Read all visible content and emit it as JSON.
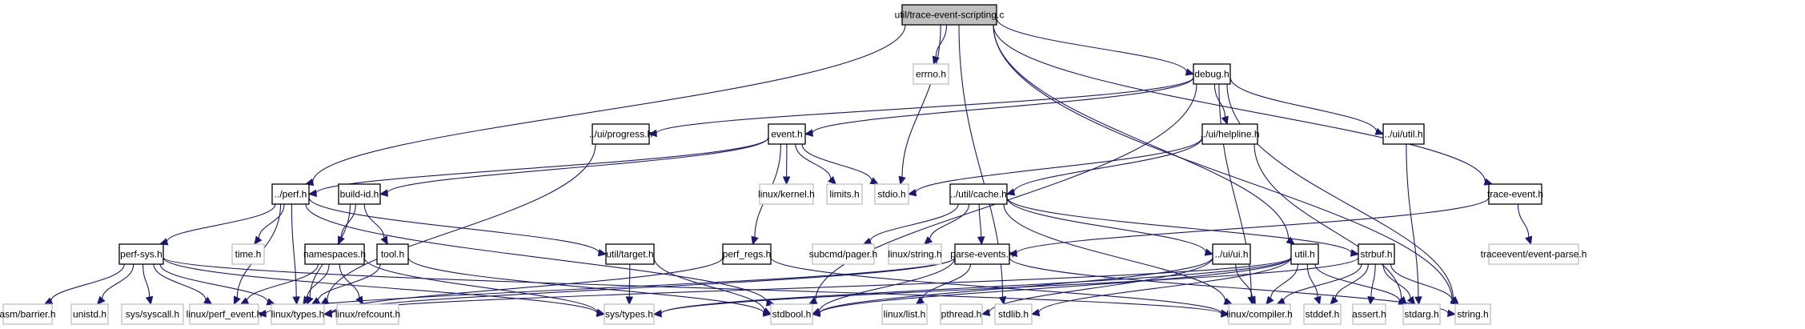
{
  "graph": {
    "type": "include-dependency-graph",
    "root": "util/trace-event-scripting.c",
    "colors": {
      "edge": "#191970",
      "root_fill": "#bfbfbf",
      "local_border": "#000000",
      "system_border": "#bfbfbf",
      "background": "#ffffff"
    },
    "nodes": [
      {
        "id": "root",
        "label": "util/trace-event-scripting.c",
        "kind": "root"
      },
      {
        "id": "errno",
        "label": "errno.h",
        "kind": "system"
      },
      {
        "id": "debug",
        "label": "debug.h",
        "kind": "local"
      },
      {
        "id": "progress",
        "label": "../ui/progress.h",
        "kind": "local"
      },
      {
        "id": "event",
        "label": "event.h",
        "kind": "local"
      },
      {
        "id": "helpline",
        "label": "../ui/helpline.h",
        "kind": "local"
      },
      {
        "id": "uiutil",
        "label": "../ui/util.h",
        "kind": "local"
      },
      {
        "id": "perf",
        "label": "../perf.h",
        "kind": "local"
      },
      {
        "id": "buildid",
        "label": "build-id.h",
        "kind": "local"
      },
      {
        "id": "kernel",
        "label": "linux/kernel.h",
        "kind": "system"
      },
      {
        "id": "limits",
        "label": "limits.h",
        "kind": "system"
      },
      {
        "id": "stdio",
        "label": "stdio.h",
        "kind": "system"
      },
      {
        "id": "cache",
        "label": "../util/cache.h",
        "kind": "local"
      },
      {
        "id": "traceevent",
        "label": "trace-event.h",
        "kind": "local"
      },
      {
        "id": "perfsys",
        "label": "perf-sys.h",
        "kind": "local"
      },
      {
        "id": "time",
        "label": "time.h",
        "kind": "system"
      },
      {
        "id": "namespaces",
        "label": "namespaces.h",
        "kind": "local"
      },
      {
        "id": "tool",
        "label": "tool.h",
        "kind": "local"
      },
      {
        "id": "target",
        "label": "util/target.h",
        "kind": "local"
      },
      {
        "id": "perfregs",
        "label": "perf_regs.h",
        "kind": "local"
      },
      {
        "id": "pager",
        "label": "subcmd/pager.h",
        "kind": "system"
      },
      {
        "id": "lstring",
        "label": "linux/string.h",
        "kind": "system"
      },
      {
        "id": "parseevents",
        "label": "parse-events.h",
        "kind": "local"
      },
      {
        "id": "uiui",
        "label": "../ui/ui.h",
        "kind": "local"
      },
      {
        "id": "utilh",
        "label": "util.h",
        "kind": "local"
      },
      {
        "id": "strbuf",
        "label": "strbuf.h",
        "kind": "local"
      },
      {
        "id": "eventparse",
        "label": "traceevent/event-parse.h",
        "kind": "system"
      },
      {
        "id": "barrier",
        "label": "asm/barrier.h",
        "kind": "system"
      },
      {
        "id": "unistd",
        "label": "unistd.h",
        "kind": "system"
      },
      {
        "id": "syscall",
        "label": "sys/syscall.h",
        "kind": "system"
      },
      {
        "id": "perfevent",
        "label": "linux/perf_event.h",
        "kind": "system"
      },
      {
        "id": "ltypes",
        "label": "linux/types.h",
        "kind": "system"
      },
      {
        "id": "refcount",
        "label": "linux/refcount.h",
        "kind": "system"
      },
      {
        "id": "systypes",
        "label": "sys/types.h",
        "kind": "system"
      },
      {
        "id": "stdbool",
        "label": "stdbool.h",
        "kind": "system"
      },
      {
        "id": "list",
        "label": "linux/list.h",
        "kind": "system"
      },
      {
        "id": "pthread",
        "label": "pthread.h",
        "kind": "system"
      },
      {
        "id": "stdlib",
        "label": "stdlib.h",
        "kind": "system"
      },
      {
        "id": "compiler",
        "label": "linux/compiler.h",
        "kind": "system"
      },
      {
        "id": "stddef",
        "label": "stddef.h",
        "kind": "system"
      },
      {
        "id": "assert",
        "label": "assert.h",
        "kind": "system"
      },
      {
        "id": "stdarg",
        "label": "stdarg.h",
        "kind": "system"
      },
      {
        "id": "string",
        "label": "string.h",
        "kind": "system"
      }
    ],
    "edges": [
      [
        "root",
        "errno"
      ],
      [
        "root",
        "debug"
      ],
      [
        "root",
        "perf"
      ],
      [
        "root",
        "stdio"
      ],
      [
        "root",
        "utilh"
      ],
      [
        "root",
        "traceevent"
      ],
      [
        "root",
        "string"
      ],
      [
        "root",
        "stdlib"
      ],
      [
        "debug",
        "progress"
      ],
      [
        "debug",
        "event"
      ],
      [
        "debug",
        "helpline"
      ],
      [
        "debug",
        "uiutil"
      ],
      [
        "debug",
        "stdbool"
      ],
      [
        "debug",
        "compiler"
      ],
      [
        "debug",
        "string"
      ],
      [
        "progress",
        "ltypes"
      ],
      [
        "event",
        "perf"
      ],
      [
        "event",
        "buildid"
      ],
      [
        "event",
        "kernel"
      ],
      [
        "event",
        "limits"
      ],
      [
        "event",
        "stdio"
      ],
      [
        "event",
        "perfregs"
      ],
      [
        "helpline",
        "stdio"
      ],
      [
        "helpline",
        "cache"
      ],
      [
        "helpline",
        "stdarg"
      ],
      [
        "uiutil",
        "stdarg"
      ],
      [
        "perf",
        "perfsys"
      ],
      [
        "perf",
        "time"
      ],
      [
        "perf",
        "target"
      ],
      [
        "perf",
        "stdbool"
      ],
      [
        "perf",
        "ltypes"
      ],
      [
        "perf",
        "perfevent"
      ],
      [
        "buildid",
        "namespaces"
      ],
      [
        "buildid",
        "tool"
      ],
      [
        "buildid",
        "ltypes"
      ],
      [
        "cache",
        "pager"
      ],
      [
        "cache",
        "lstring"
      ],
      [
        "cache",
        "uiui"
      ],
      [
        "cache",
        "strbuf"
      ],
      [
        "cache",
        "compiler"
      ],
      [
        "cache",
        "parseevents"
      ],
      [
        "traceevent",
        "eventparse"
      ],
      [
        "traceevent",
        "parseevents"
      ],
      [
        "perfsys",
        "barrier"
      ],
      [
        "perfsys",
        "unistd"
      ],
      [
        "perfsys",
        "syscall"
      ],
      [
        "perfsys",
        "perfevent"
      ],
      [
        "perfsys",
        "ltypes"
      ],
      [
        "perfsys",
        "systypes"
      ],
      [
        "perfsys",
        "compiler"
      ],
      [
        "namespaces",
        "perfevent"
      ],
      [
        "namespaces",
        "ltypes"
      ],
      [
        "namespaces",
        "refcount"
      ],
      [
        "namespaces",
        "systypes"
      ],
      [
        "tool",
        "ltypes"
      ],
      [
        "tool",
        "stdbool"
      ],
      [
        "target",
        "systypes"
      ],
      [
        "target",
        "stdbool"
      ],
      [
        "perfregs",
        "ltypes"
      ],
      [
        "perfregs",
        "compiler"
      ],
      [
        "parseevents",
        "ltypes"
      ],
      [
        "parseevents",
        "stdbool"
      ],
      [
        "parseevents",
        "list"
      ],
      [
        "parseevents",
        "perfevent"
      ],
      [
        "parseevents",
        "string"
      ],
      [
        "uiui",
        "pthread"
      ],
      [
        "uiui",
        "stdbool"
      ],
      [
        "uiui",
        "compiler"
      ],
      [
        "utilh",
        "compiler"
      ],
      [
        "utilh",
        "systypes"
      ],
      [
        "utilh",
        "stdbool"
      ],
      [
        "utilh",
        "stddef"
      ],
      [
        "utilh",
        "stdlib"
      ],
      [
        "utilh",
        "stdarg"
      ],
      [
        "utilh",
        "ltypes"
      ],
      [
        "strbuf",
        "assert"
      ],
      [
        "strbuf",
        "stdarg"
      ],
      [
        "strbuf",
        "stddef"
      ],
      [
        "strbuf",
        "string"
      ],
      [
        "strbuf",
        "compiler"
      ],
      [
        "strbuf",
        "systypes"
      ]
    ]
  }
}
